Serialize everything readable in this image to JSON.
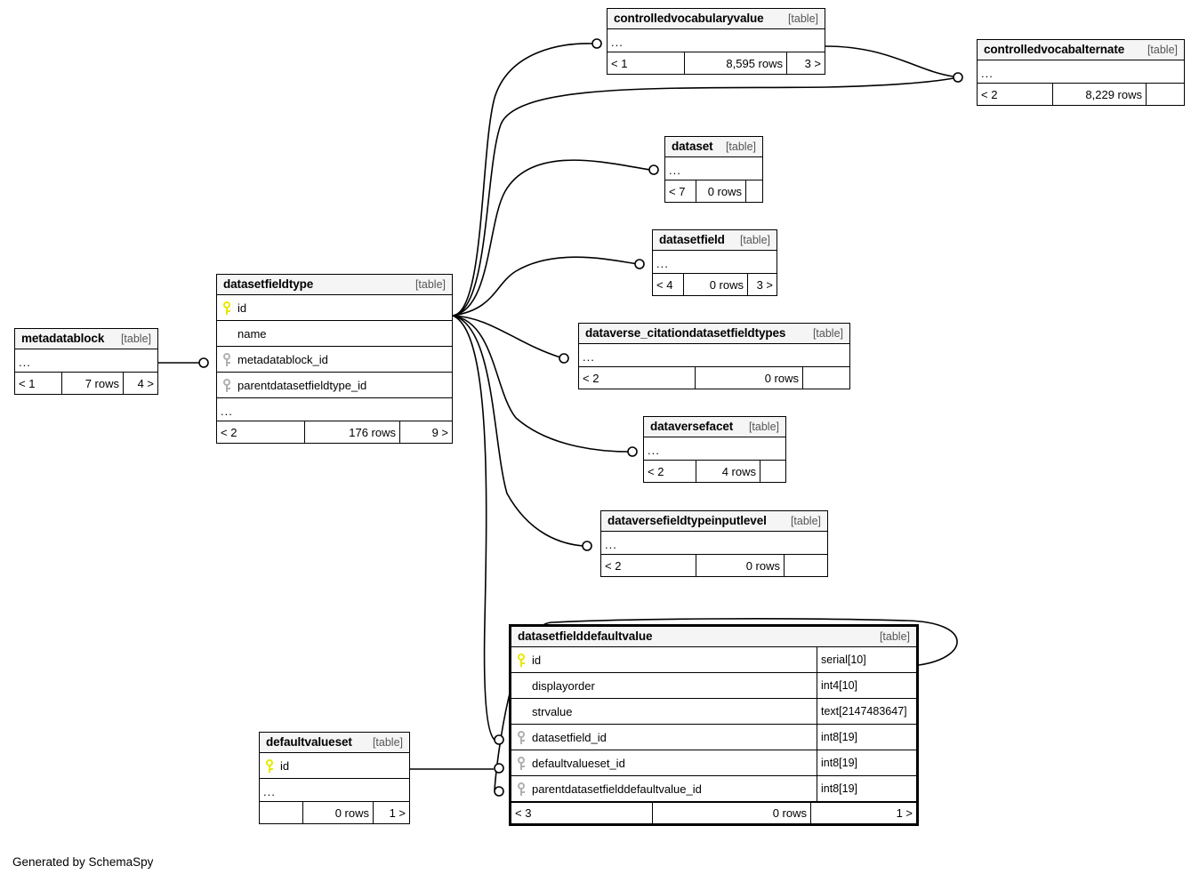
{
  "diagram": {
    "generator_note": "Generated by SchemaSpy",
    "table_tag": "[table]",
    "ellipsis": "...",
    "colors": {
      "background": "#ffffff",
      "table_header": "#f5f5f5",
      "border": "#000000",
      "primary_key_icon": "#e8e800",
      "foreign_key_icon": "#b0b0b0",
      "edge": "#000000"
    }
  },
  "tables": {
    "controlledvocabularyvalue": {
      "name": "controlledvocabularyvalue",
      "tag": "[table]",
      "columns": [],
      "has_ellipsis_row": true,
      "footer": {
        "left": "< 1",
        "mid": "8,595 rows",
        "right": "3 >"
      }
    },
    "controlledvocabalternate": {
      "name": "controlledvocabalternate",
      "tag": "[table]",
      "columns": [],
      "has_ellipsis_row": true,
      "footer": {
        "left": "< 2",
        "mid": "8,229 rows",
        "right": ""
      }
    },
    "dataset": {
      "name": "dataset",
      "tag": "[table]",
      "columns": [],
      "has_ellipsis_row": true,
      "footer": {
        "left": "< 7",
        "mid": "0 rows",
        "right": ""
      }
    },
    "datasetfield": {
      "name": "datasetfield",
      "tag": "[table]",
      "columns": [],
      "has_ellipsis_row": true,
      "footer": {
        "left": "< 4",
        "mid": "0 rows",
        "right": "3 >"
      }
    },
    "dataverse_citationdatasetfieldtypes": {
      "name": "dataverse_citationdatasetfieldtypes",
      "tag": "[table]",
      "columns": [],
      "has_ellipsis_row": true,
      "footer": {
        "left": "< 2",
        "mid": "0 rows",
        "right": ""
      }
    },
    "dataversefacet": {
      "name": "dataversefacet",
      "tag": "[table]",
      "columns": [],
      "has_ellipsis_row": true,
      "footer": {
        "left": "< 2",
        "mid": "4 rows",
        "right": ""
      }
    },
    "dataversefieldtypeinputlevel": {
      "name": "dataversefieldtypeinputlevel",
      "tag": "[table]",
      "columns": [],
      "has_ellipsis_row": true,
      "footer": {
        "left": "< 2",
        "mid": "0 rows",
        "right": ""
      }
    },
    "metadatablock": {
      "name": "metadatablock",
      "tag": "[table]",
      "columns": [],
      "has_ellipsis_row": true,
      "footer": {
        "left": "< 1",
        "mid": "7 rows",
        "right": "4 >"
      }
    },
    "datasetfieldtype": {
      "name": "datasetfieldtype",
      "tag": "[table]",
      "columns": [
        {
          "name": "id",
          "key": "primary",
          "type": ""
        },
        {
          "name": "name",
          "key": "none",
          "type": ""
        },
        {
          "name": "metadatablock_id",
          "key": "foreign",
          "type": ""
        },
        {
          "name": "parentdatasetfieldtype_id",
          "key": "foreign",
          "type": ""
        }
      ],
      "has_ellipsis_row": true,
      "footer": {
        "left": "< 2",
        "mid": "176 rows",
        "right": "9 >"
      }
    },
    "defaultvalueset": {
      "name": "defaultvalueset",
      "tag": "[table]",
      "columns": [
        {
          "name": "id",
          "key": "primary",
          "type": ""
        }
      ],
      "has_ellipsis_row": true,
      "footer": {
        "left": "",
        "mid": "0 rows",
        "right": "1 >"
      }
    },
    "datasetfielddefaultvalue": {
      "name": "datasetfielddefaultvalue",
      "tag": "[table]",
      "columns": [
        {
          "name": "id",
          "key": "primary",
          "type": "serial[10]"
        },
        {
          "name": "displayorder",
          "key": "none",
          "type": "int4[10]"
        },
        {
          "name": "strvalue",
          "key": "none",
          "type": "text[2147483647]"
        },
        {
          "name": "datasetfield_id",
          "key": "foreign",
          "type": "int8[19]"
        },
        {
          "name": "defaultvalueset_id",
          "key": "foreign",
          "type": "int8[19]"
        },
        {
          "name": "parentdatasetfielddefaultvalue_id",
          "key": "foreign",
          "type": "int8[19]"
        }
      ],
      "has_ellipsis_row": false,
      "footer": {
        "left": "< 3",
        "mid": "0 rows",
        "right": "1 >"
      }
    }
  }
}
